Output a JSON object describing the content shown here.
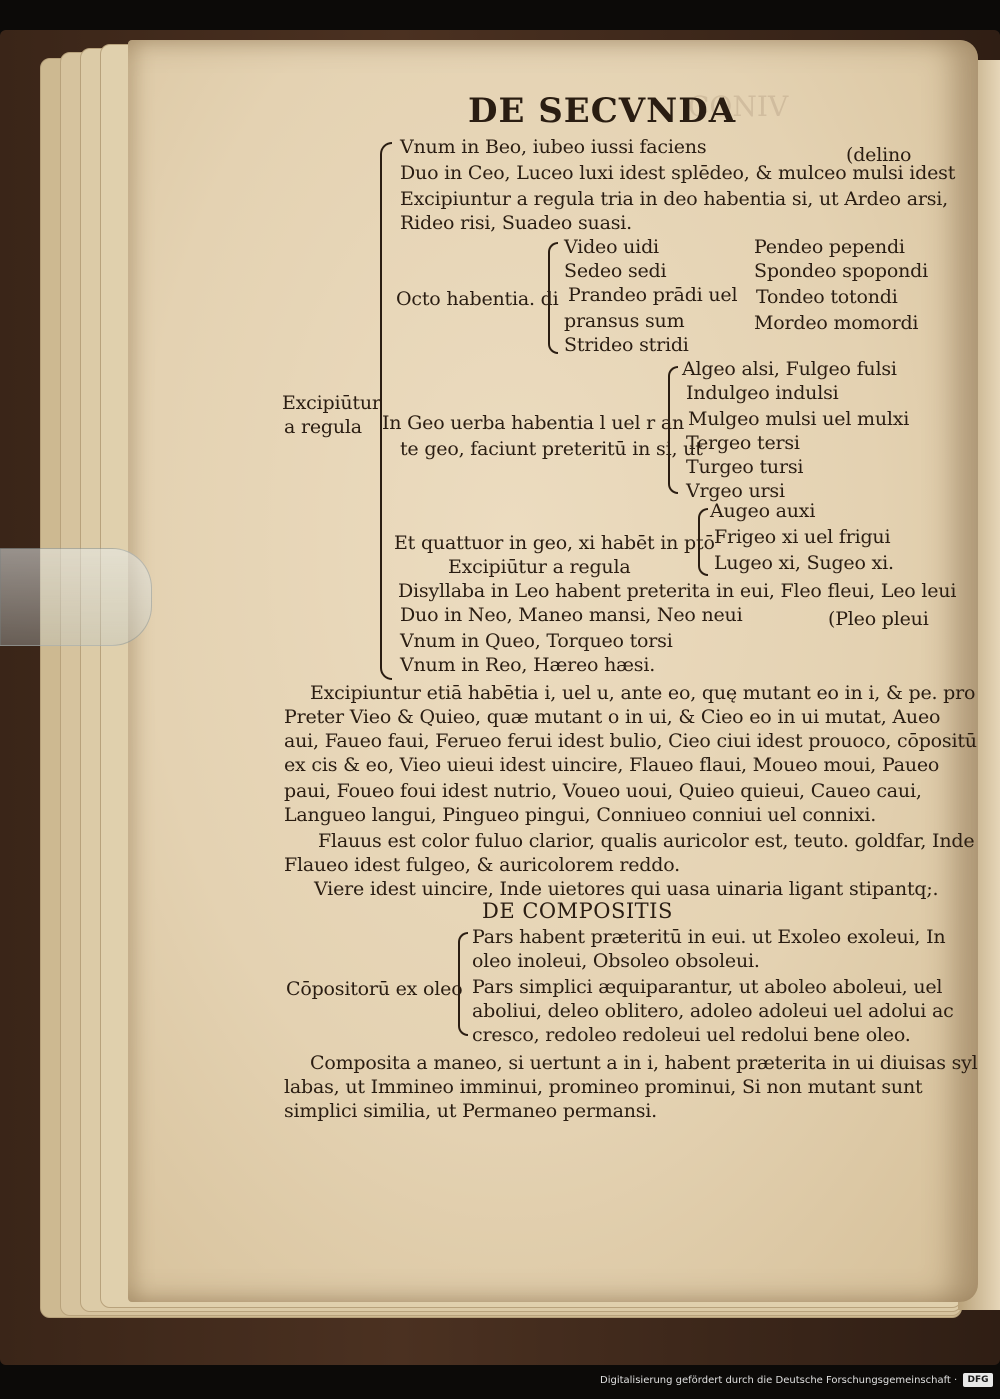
{
  "header": {
    "title": "DE SECVNDA"
  },
  "lines": {
    "l1": "Vnum in Beo, iubeo iussi faciens",
    "l1r": "(delino",
    "l2": "Duo in Ceo, Luceo luxi idest splēdeo, & mulceo mulsi idest",
    "l3": "Excipiuntur a regula tria in deo habentia si, ut Ardeo arsi,",
    "l4": "Rideo risi, Suadeo suasi.",
    "a1": "Video uidi",
    "a2": "Sedeo sedi",
    "a3": "Prandeo prādi uel",
    "a4": "pransus sum",
    "a5": "Strideo stridi",
    "b1": "Pendeo pependi",
    "b2": "Spondeo spopondi",
    "b3": "Tondeo totondi",
    "b4": "Mordeo momordi",
    "octo": "Octo habentia. di",
    "exc1": "Excipiūtur",
    "exc2": "a regula",
    "g1": "In Geo uerba habentia l uel r an",
    "g2": "te geo, faciunt preteritū in si, ut",
    "c1": "Algeo alsi, Fulgeo fulsi",
    "c2": "Indulgeo indulsi",
    "c3": "Mulgeo mulsi uel mulxi",
    "c4": "Tergeo tersi",
    "c5": "Turgeo tursi",
    "c6": "Vrgeo ursi",
    "d1": "Augeo auxi",
    "d2": "Frigeo xi uel frigui",
    "d3": "Lugeo xi, Sugeo xi.",
    "q1": "Et quattuor in geo, xi habēt in ptō",
    "q2": "Excipiūtur a regula",
    "l5": "Disyllaba in Leo habent preterita in eui, Fleo fleui, Leo leui",
    "l6": "Duo in Neo, Maneo mansi, Neo neui",
    "l6r": "(Pleo pleui",
    "l7": "Vnum in Queo, Torqueo torsi",
    "l8": "Vnum in Reo, Hæreo hæsi.",
    "p1": "Excipiuntur etiā habētia i, uel u, ante eo, quę mutant eo in i, & pe. pro",
    "p2": "Preter Vieo & Quieo, quæ mutant o in ui, & Cieo eo in ui mutat, Aueo",
    "p3": "aui, Faueo faui, Ferueo ferui idest bulio, Cieo ciui idest prouoco, cōpositū",
    "p4": "ex cis & eo, Vieo uieui idest uincire, Flaueo flaui, Moueo moui, Paueo",
    "p5": "paui, Foueo foui idest nutrio, Voueo uoui, Quieo quieui, Caueo caui,",
    "p6": "Langueo langui, Pingueo pingui, Conniueo conniui uel connixi.",
    "p7": "Flauus est color fuluo clarior, qualis auricolor est, teuto. goldfar, Inde",
    "p8": "Flaueo idest fulgeo, & auricolorem reddo.",
    "p9": "Viere idest uincire, Inde uietores qui uasa uinaria ligant stipantq;.",
    "sub": "DE COMPOSITIS",
    "e1": "Pars habent præteritū in eui. ut Exoleo exoleui, In",
    "e2": "oleo inoleui, Obsoleo obsoleui.",
    "e3": "Pars simplici æquiparantur, ut aboleo aboleui, uel",
    "e4": "aboliui, deleo oblitero, adoleo adoleui uel adolui ac",
    "e5": "cresco, redoleo redoleui uel redolui bene oleo.",
    "comp": "Cōpositorū ex oleo",
    "f1": "Composita a maneo, si uertunt a in i, habent præterita in ui diuisas syl",
    "f2": "labas, ut Immineo imminui, promineo prominui, Si non mutant sunt",
    "f3": "simplici similia, ut Permaneo permansi."
  },
  "footer": {
    "text": "Digitalisierung gefördert durch die Deutsche Forschungsgemeinschaft ·",
    "logo": "DFG"
  }
}
